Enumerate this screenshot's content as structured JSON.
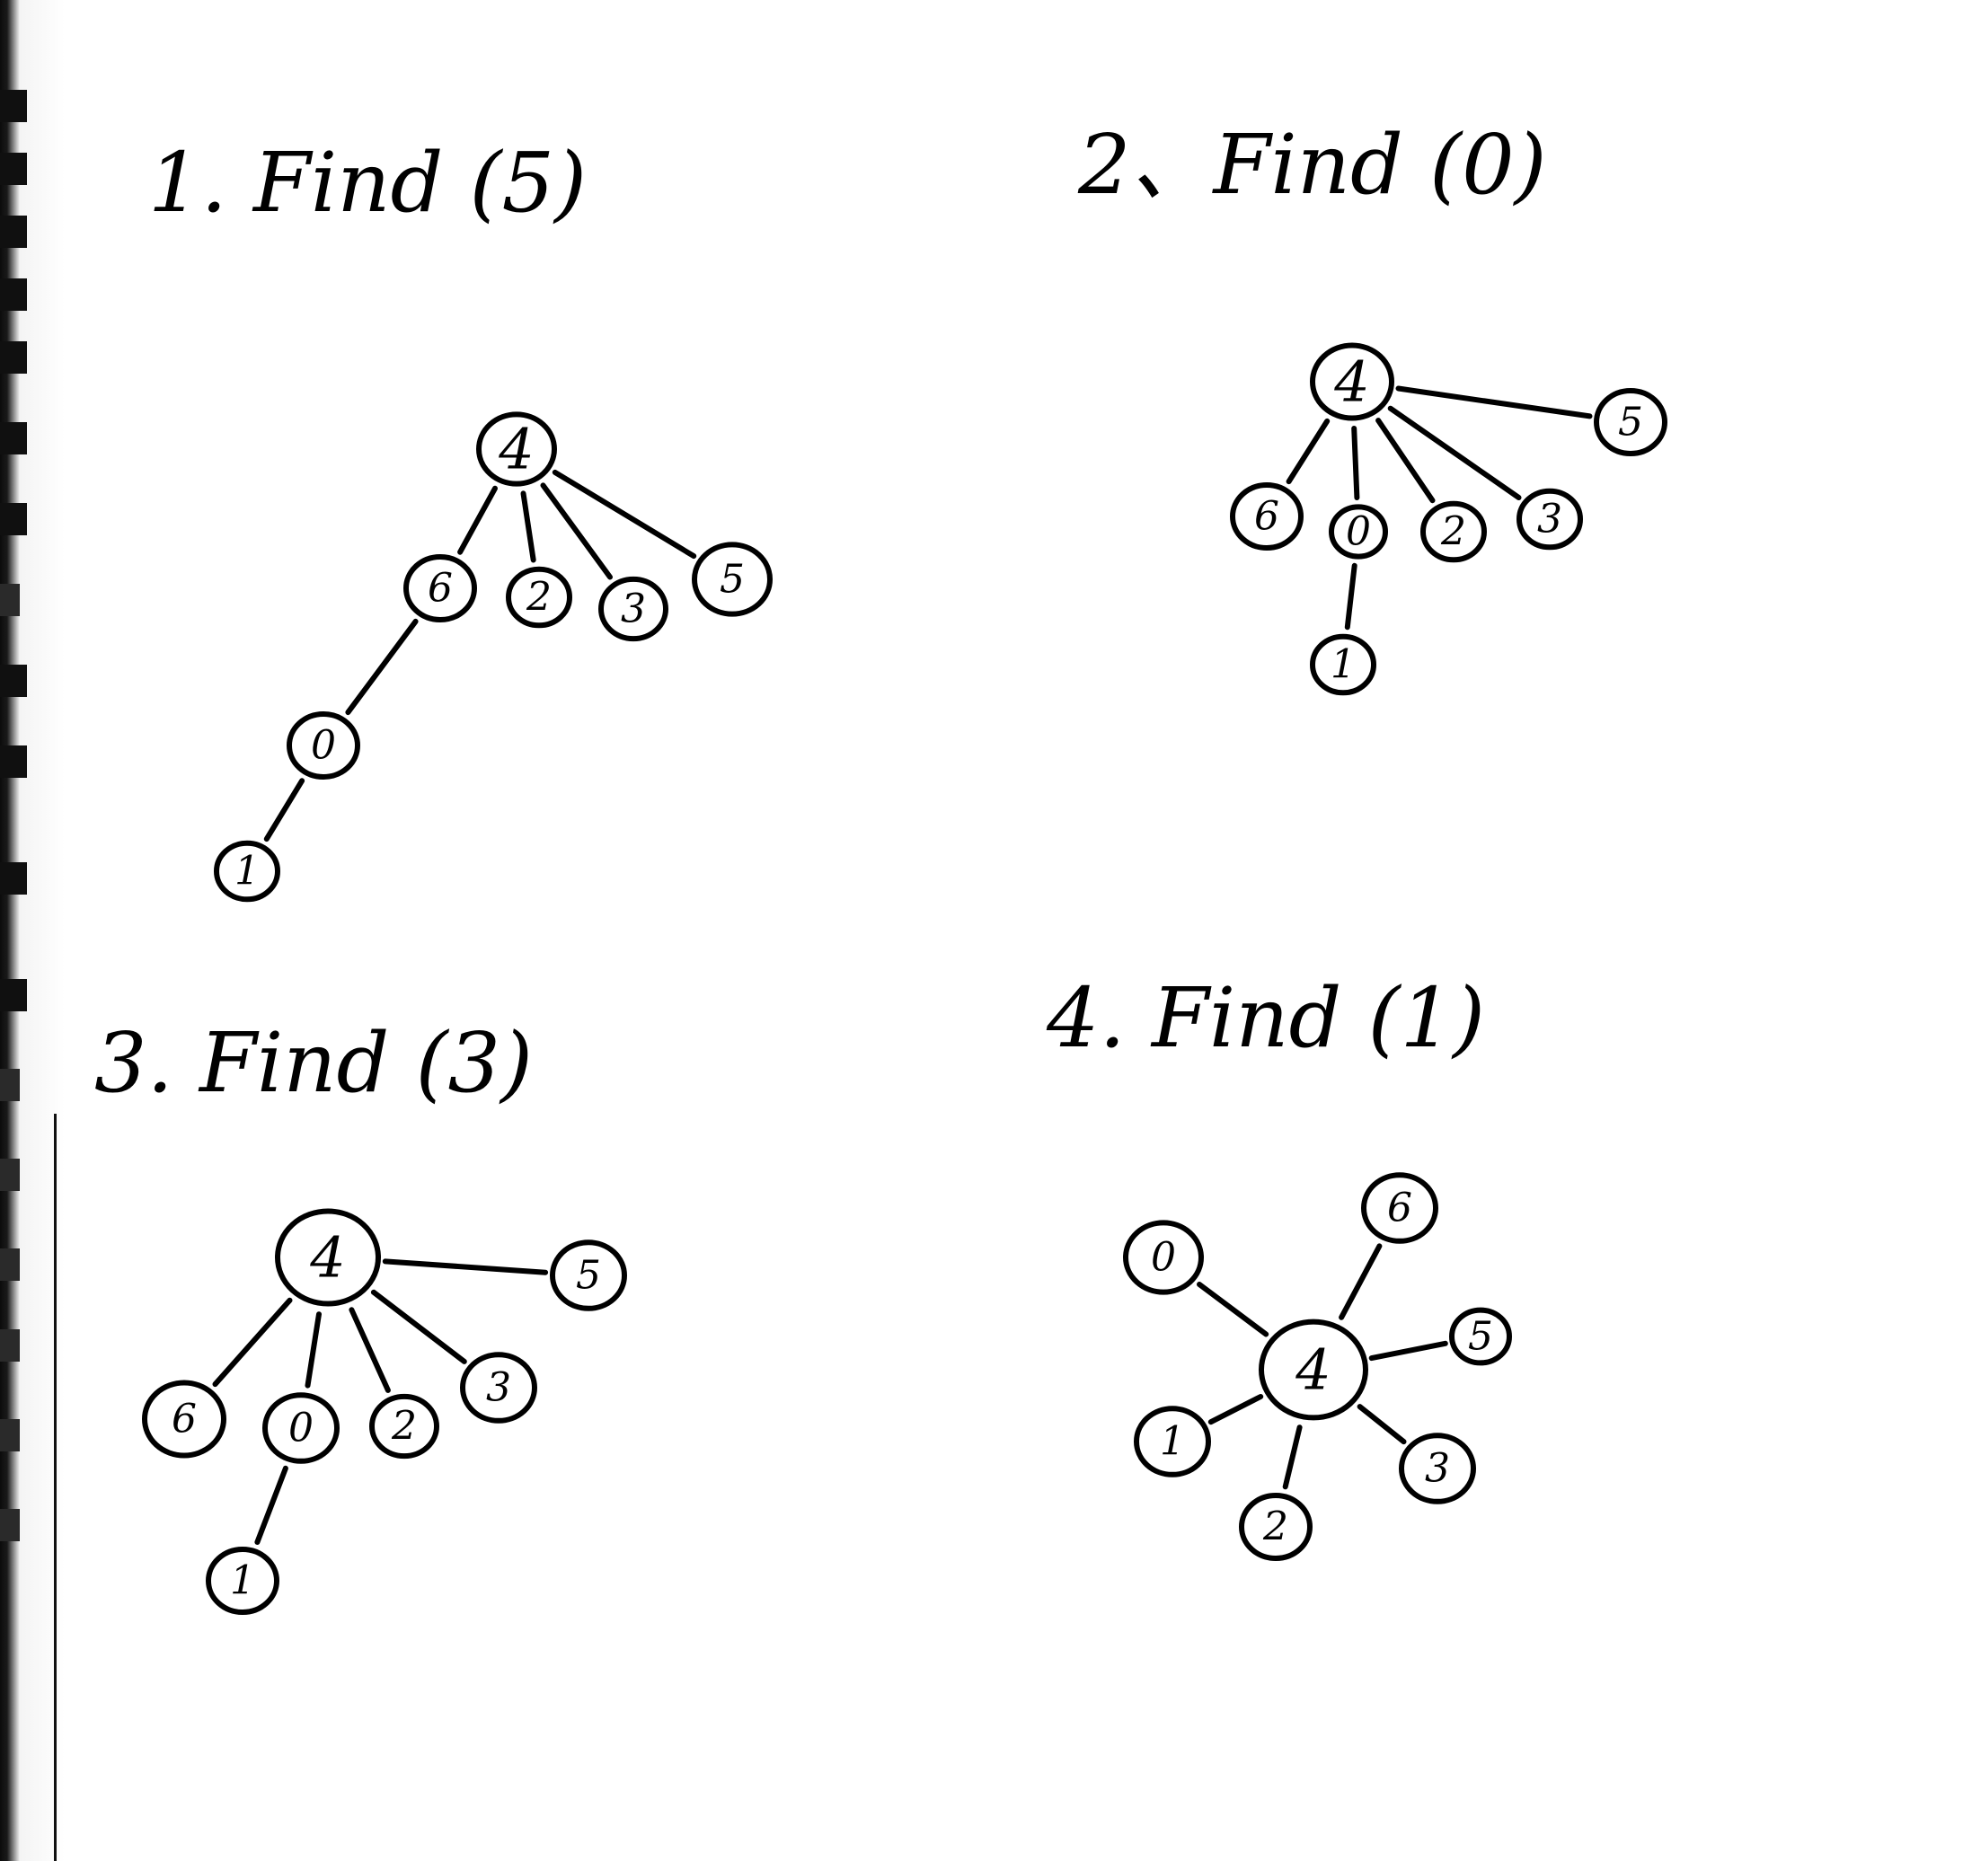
{
  "panels": [
    {
      "title": "1. Find (5)",
      "nodes": [
        {
          "id": "4",
          "label": "4"
        },
        {
          "id": "6",
          "label": "6"
        },
        {
          "id": "2",
          "label": "2"
        },
        {
          "id": "3",
          "label": "3"
        },
        {
          "id": "5",
          "label": "5"
        },
        {
          "id": "0",
          "label": "0"
        },
        {
          "id": "1",
          "label": "1"
        }
      ],
      "edges": [
        [
          "4",
          "6"
        ],
        [
          "4",
          "2"
        ],
        [
          "4",
          "3"
        ],
        [
          "4",
          "5"
        ],
        [
          "6",
          "0"
        ],
        [
          "0",
          "1"
        ]
      ]
    },
    {
      "title": "2、Find (0)",
      "nodes": [
        {
          "id": "4",
          "label": "4"
        },
        {
          "id": "6",
          "label": "6"
        },
        {
          "id": "0",
          "label": "0"
        },
        {
          "id": "2",
          "label": "2"
        },
        {
          "id": "3",
          "label": "3"
        },
        {
          "id": "5",
          "label": "5"
        },
        {
          "id": "1",
          "label": "1"
        }
      ],
      "edges": [
        [
          "4",
          "6"
        ],
        [
          "4",
          "0"
        ],
        [
          "4",
          "2"
        ],
        [
          "4",
          "3"
        ],
        [
          "4",
          "5"
        ],
        [
          "0",
          "1"
        ]
      ]
    },
    {
      "title": "3. Find (3)",
      "nodes": [
        {
          "id": "4",
          "label": "4"
        },
        {
          "id": "6",
          "label": "6"
        },
        {
          "id": "0",
          "label": "0"
        },
        {
          "id": "2",
          "label": "2"
        },
        {
          "id": "3",
          "label": "3"
        },
        {
          "id": "5",
          "label": "5"
        },
        {
          "id": "1",
          "label": "1"
        }
      ],
      "edges": [
        [
          "4",
          "6"
        ],
        [
          "4",
          "0"
        ],
        [
          "4",
          "2"
        ],
        [
          "4",
          "3"
        ],
        [
          "4",
          "5"
        ],
        [
          "0",
          "1"
        ]
      ]
    },
    {
      "title": "4. Find (1)",
      "nodes": [
        {
          "id": "4",
          "label": "4"
        },
        {
          "id": "0",
          "label": "0"
        },
        {
          "id": "6",
          "label": "6"
        },
        {
          "id": "5",
          "label": "5"
        },
        {
          "id": "1",
          "label": "1"
        },
        {
          "id": "2",
          "label": "2"
        },
        {
          "id": "3",
          "label": "3"
        }
      ],
      "edges": [
        [
          "4",
          "0"
        ],
        [
          "4",
          "6"
        ],
        [
          "4",
          "5"
        ],
        [
          "4",
          "1"
        ],
        [
          "4",
          "2"
        ],
        [
          "4",
          "3"
        ]
      ]
    }
  ]
}
